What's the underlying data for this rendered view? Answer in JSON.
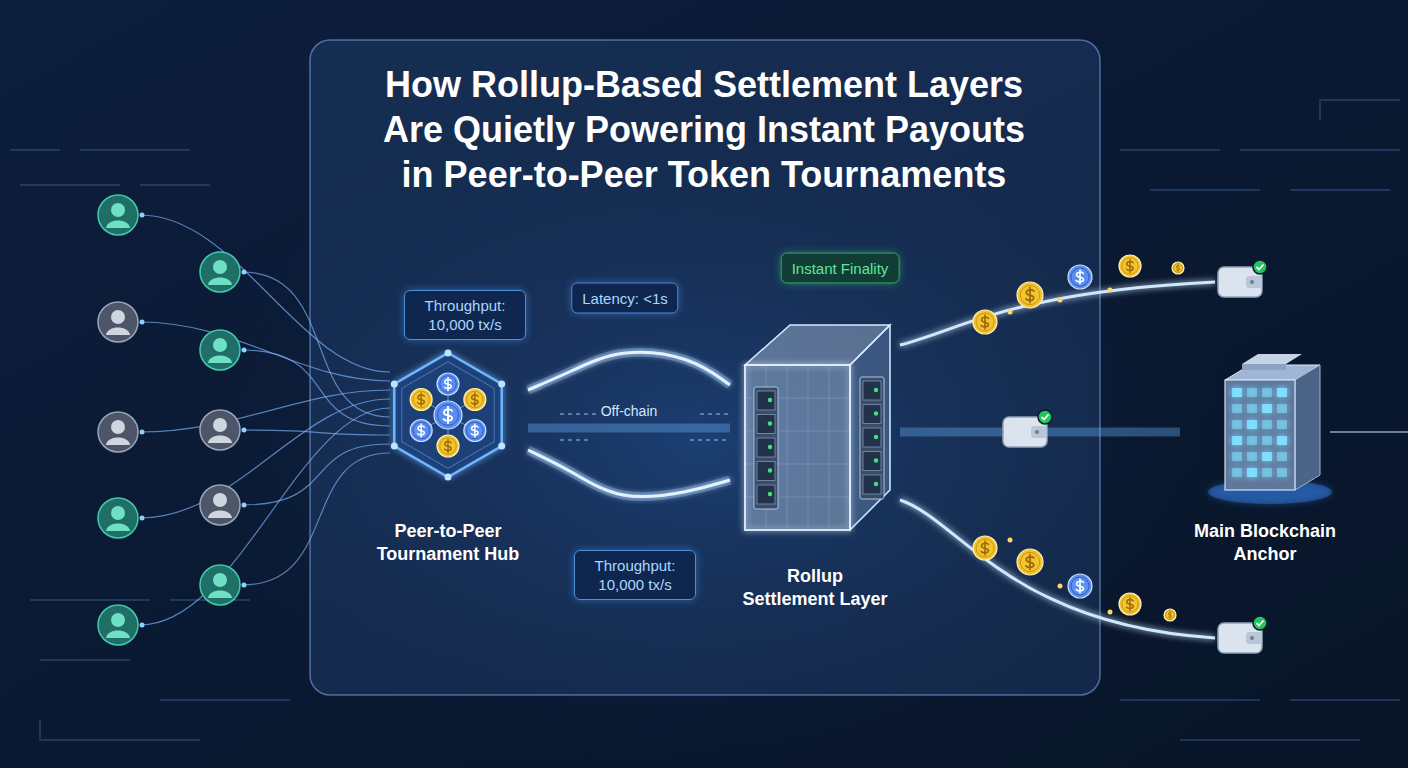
{
  "diagram": {
    "title": "How Rollup-Based Settlement Layers Are Quietly Powering Instant Payouts in Peer-to-Peer Token Tournaments",
    "nodes": [
      {
        "text": [
          "Instant Finality"
        ]
      },
      {
        "text": [
          "Latency: <1s"
        ]
      },
      {
        "text": [
          "Throughput: 10,000 tx/s"
        ]
      },
      {
        "text": [
          "Peer-to-Peer Tournament Hub"
        ]
      },
      {
        "text": [
          "Rollup Settlement Layer"
        ]
      },
      {
        "text": [
          "Main Blockchain Anchor"
        ]
      },
      {
        "text": [
          "Throughput: 10,000 tx/s"
        ]
      }
    ],
    "edges": [
      {
        "from": 3,
        "to": 4,
        "arrow": "none"
      },
      {
        "from": 3,
        "to": 4,
        "label": "Off-chain",
        "arrow": "none"
      },
      {
        "from": 3,
        "to": 4,
        "arrow": "none"
      },
      {
        "from": 4,
        "to": 5,
        "arrow": "none"
      }
    ]
  }
}
